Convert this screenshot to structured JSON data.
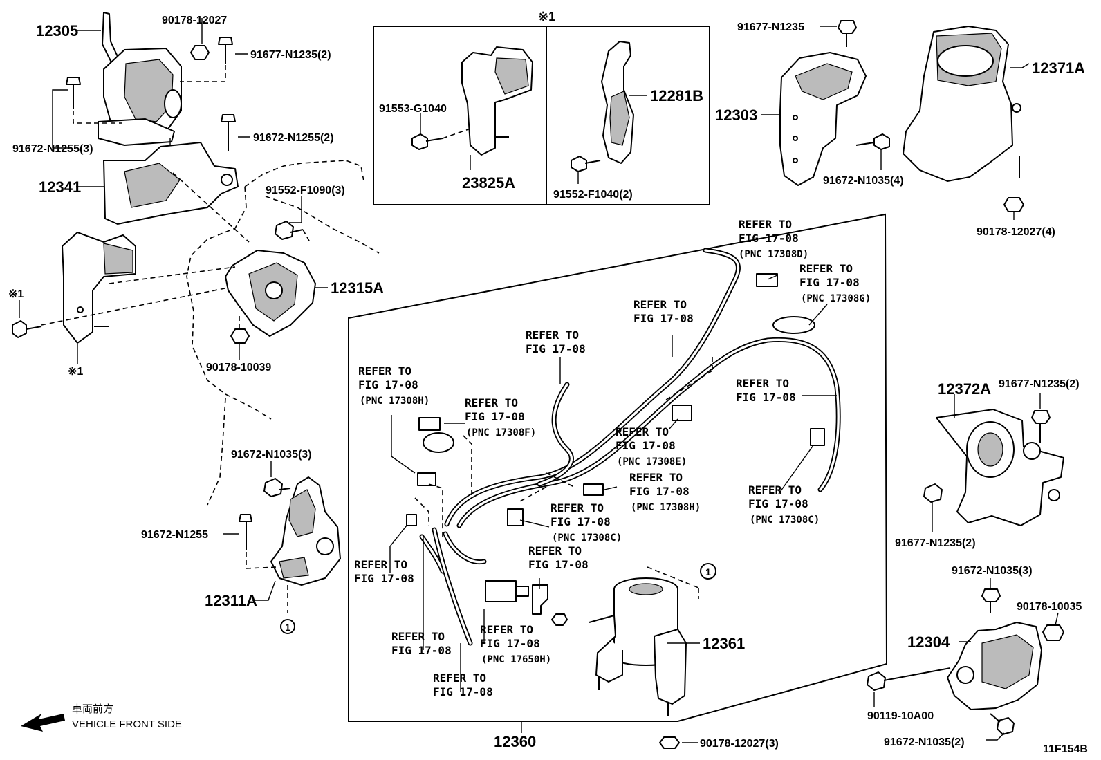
{
  "parts": {
    "p12305": "12305",
    "p90178_12027": "90178-12027",
    "p91677_N1235_2": "91677-N1235(2)",
    "p91672_N1255_3": "91672-N1255(3)",
    "p91672_N1255_2": "91672-N1255(2)",
    "p12341": "12341",
    "p91552_F1090_3": "91552-F1090(3)",
    "p12315A": "12315A",
    "p90178_10039": "90178-10039",
    "note_mark": "※1",
    "p91553_G1040": "91553-G1040",
    "p23825A": "23825A",
    "p12281B": "12281B",
    "p91552_F1040_2": "91552-F1040(2)",
    "p91677_N1235": "91677-N1235",
    "p12303": "12303",
    "p91672_N1035_4": "91672-N1035(4)",
    "p12371A": "12371A",
    "p90178_12027_4": "90178-12027(4)",
    "p91672_N1035_3a": "91672-N1035(3)",
    "p91672_N1255": "91672-N1255",
    "p12311A": "12311A",
    "circle_ref": "1",
    "p12372A": "12372A",
    "p91677_N1235_2b": "91677-N1235(2)",
    "p91677_N1235_2c": "91677-N1235(2)",
    "p91672_N1035_3b": "91672-N1035(3)",
    "p90178_10035": "90178-10035",
    "p12304": "12304",
    "p90119_10A00": "90119-10A00",
    "p91672_N1035_2": "91672-N1035(2)",
    "p12361": "12361",
    "p12360": "12360",
    "p90178_12027_3": "90178-12027(3)"
  },
  "refer": {
    "line1": "REFER TO",
    "line2": "FIG 17-08",
    "pnc_17308D": "(PNC 17308D)",
    "pnc_17308G": "(PNC 17308G)",
    "pnc_17308H": "(PNC 17308H)",
    "pnc_17308F": "(PNC 17308F)",
    "pnc_17308E": "(PNC 17308E)",
    "pnc_17308C": "(PNC 17308C)",
    "pnc_17650H": "(PNC 17650H)"
  },
  "direction": {
    "jp": "車両前方",
    "en": "VEHICLE FRONT SIDE"
  },
  "figure_id": "11F154B"
}
